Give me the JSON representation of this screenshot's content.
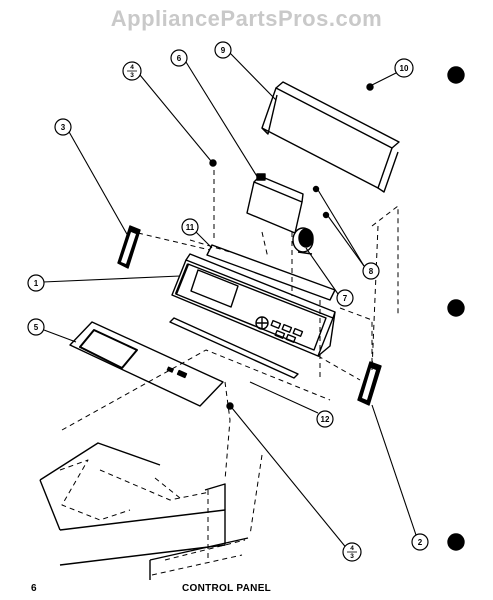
{
  "watermark": "AppliancePartsPros.com",
  "page_number": "6",
  "caption": "CONTROL PANEL",
  "callouts": [
    {
      "id": "c1",
      "label": "1"
    },
    {
      "id": "c2",
      "label": "2"
    },
    {
      "id": "c3",
      "label": "3"
    },
    {
      "id": "c4a",
      "label": "4",
      "sub": "3"
    },
    {
      "id": "c4b",
      "label": "4",
      "sub": "3"
    },
    {
      "id": "c5",
      "label": "5"
    },
    {
      "id": "c6",
      "label": "6"
    },
    {
      "id": "c7",
      "label": "7"
    },
    {
      "id": "c8",
      "label": "8"
    },
    {
      "id": "c9",
      "label": "9"
    },
    {
      "id": "c10",
      "label": "10"
    },
    {
      "id": "c11",
      "label": "11"
    },
    {
      "id": "c12",
      "label": "12"
    }
  ]
}
